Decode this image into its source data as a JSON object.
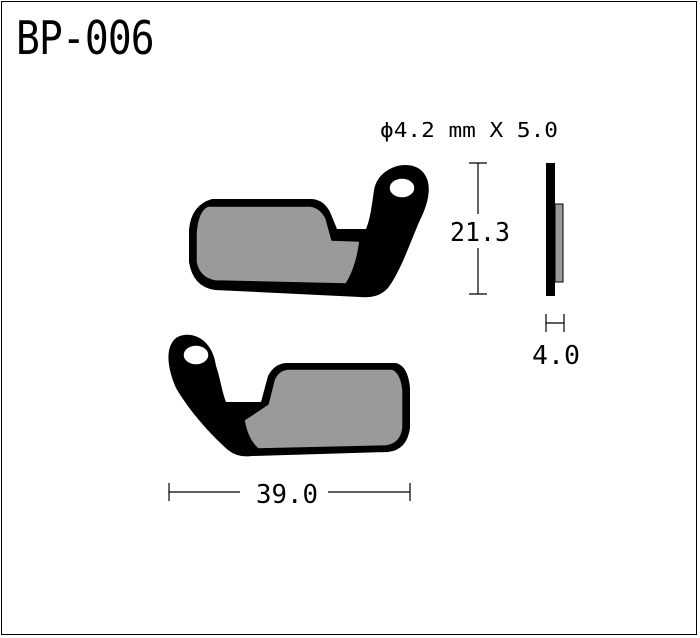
{
  "title": "BP-006",
  "dimensions": {
    "pin": "ϕ4.2 mm X 5.0",
    "height": "21.3",
    "thickness": "4.0",
    "width": "39.0"
  },
  "colors": {
    "backing_plate": "#000000",
    "friction_material": "#9a9a9a",
    "outline": "#000000"
  }
}
